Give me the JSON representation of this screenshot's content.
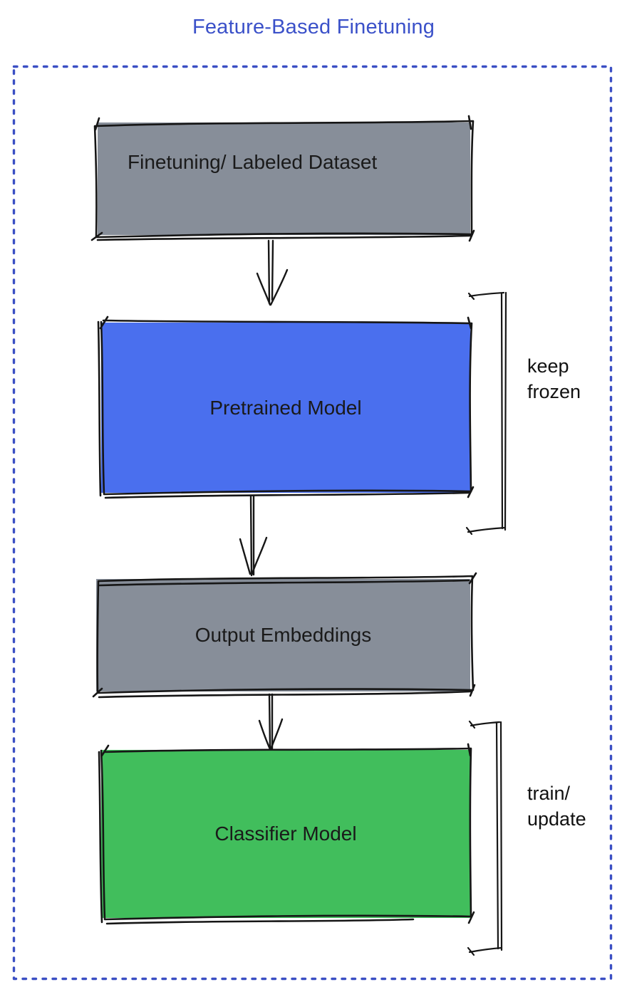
{
  "title": "Feature-Based Finetuning",
  "colors": {
    "title": "#3b51c9",
    "frame_border": "#3b4fc4",
    "box_gray": "#878e99",
    "box_blue": "#4a6fee",
    "box_green": "#41be5c",
    "ink": "#161616",
    "label_text": "#1a1a1a"
  },
  "boxes": [
    {
      "id": "finetuning-dataset",
      "label": "Finetuning/ Labeled Dataset",
      "fill": "gray"
    },
    {
      "id": "pretrained-model",
      "label": "Pretrained Model",
      "fill": "blue"
    },
    {
      "id": "output-embeddings",
      "label": "Output Embeddings",
      "fill": "gray"
    },
    {
      "id": "classifier-model",
      "label": "Classifier Model",
      "fill": "green"
    }
  ],
  "annotations": [
    {
      "id": "keep-frozen",
      "lines": [
        "keep",
        "frozen"
      ]
    },
    {
      "id": "train-update",
      "lines": [
        "train/",
        "update"
      ]
    }
  ]
}
